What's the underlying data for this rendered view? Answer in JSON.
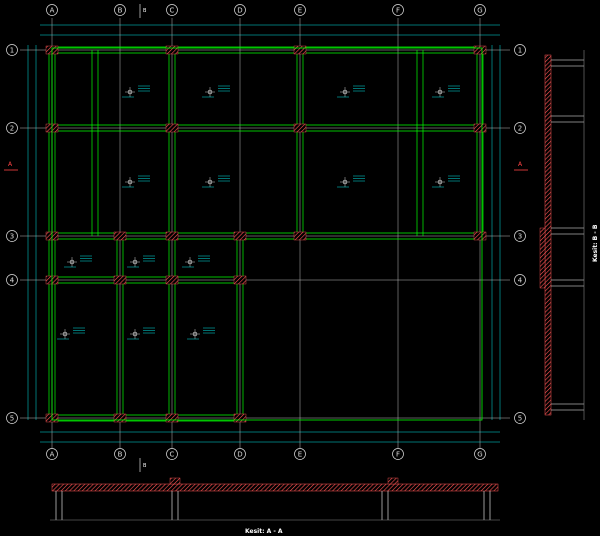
{
  "axes": {
    "x_top": [
      "A",
      "B",
      "C",
      "D",
      "E",
      "F",
      "G"
    ],
    "x_bottom": [
      "A",
      "B",
      "C",
      "D",
      "E",
      "F",
      "G"
    ],
    "y_left": [
      "1",
      "2",
      "3",
      "4",
      "5"
    ],
    "y_right": [
      "1",
      "2",
      "3",
      "4",
      "5"
    ]
  },
  "section_marks": {
    "a_left": "A",
    "a_right": "A",
    "b_top": "B",
    "b_bottom": "B"
  },
  "section_titles": {
    "a": "Kesit: A - A",
    "b": "Kesit: B - B"
  },
  "colors": {
    "background": "#000000",
    "beam": "#00ff00",
    "dimension": "#00e5e5",
    "grid": "#cccccc",
    "hatch": "#ff5555",
    "text": "#ffffff"
  }
}
